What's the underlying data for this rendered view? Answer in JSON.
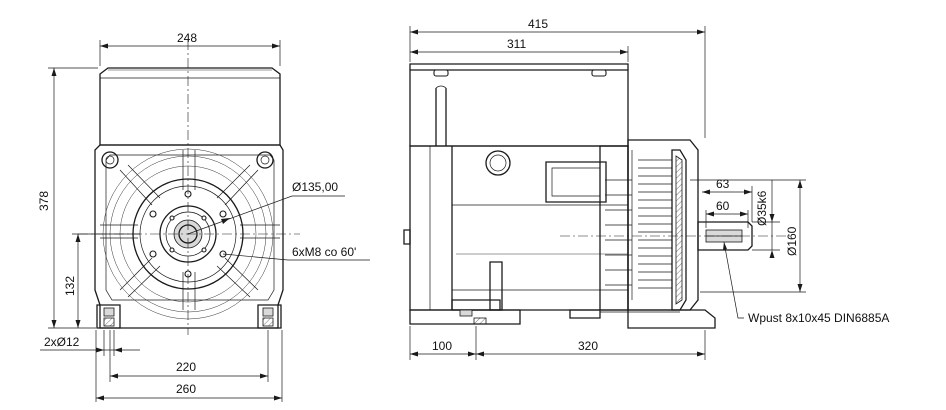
{
  "front_view": {
    "dims": {
      "width_top": "248",
      "height_total": "378",
      "shaft_height": "132",
      "feet_holes": "2xØ12",
      "feet_spacing": "220",
      "base_width": "260",
      "pitch_circle": "Ø135,00",
      "bolt_pattern": "6xM8 co 60'"
    }
  },
  "side_view": {
    "dims": {
      "overall_length": "415",
      "body_length": "311",
      "shaft_length": "63",
      "key_length": "60",
      "shaft_diameter": "Ø35k6",
      "flange_diameter": "Ø160",
      "foot_offset": "100",
      "foot_span": "320",
      "key_note": "Wpust 8x10x45 DIN6885A"
    }
  }
}
